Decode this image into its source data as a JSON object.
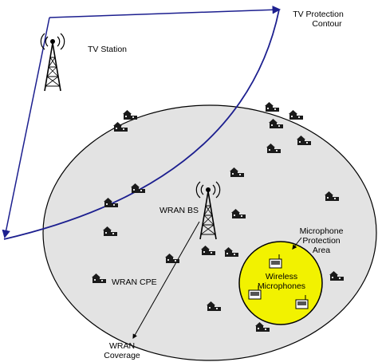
{
  "labels": {
    "tv_station": "TV Station",
    "tv_contour_line1": "TV Protection",
    "tv_contour_line2": "Contour",
    "wran_bs": "WRAN BS",
    "wran_cpe": "WRAN CPE",
    "mic_area_line1": "Microphone",
    "mic_area_line2": "Protection",
    "mic_area_line3": "Area",
    "wireless_mic_line1": "Wireless",
    "wireless_mic_line2": "Microphones",
    "wran_coverage_line1": "WRAN",
    "wran_coverage_line2": "Coverage"
  },
  "colors": {
    "coverage_fill": "#e3e3e3",
    "coverage_stroke": "#000000",
    "contour_stroke": "#1c1f8f",
    "mic_area_fill": "#f2f200",
    "mic_area_stroke": "#000000",
    "house": "#1a1a1a"
  },
  "icons": {
    "tower": "broadcast-tower-icon",
    "house": "house-icon",
    "microphone": "wireless-microphone-icon"
  }
}
